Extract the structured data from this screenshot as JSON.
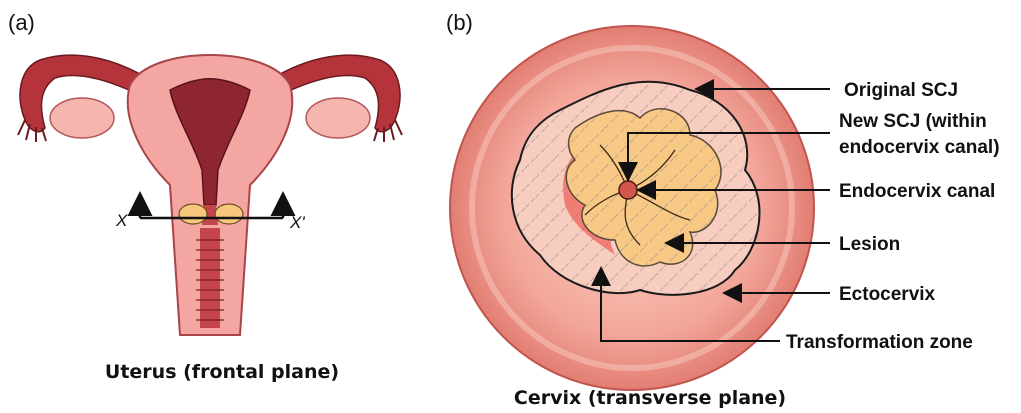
{
  "panel_a": {
    "label": "(a)",
    "caption": "Uterus (frontal plane)",
    "axis_left": "X",
    "axis_right": "X'"
  },
  "panel_b": {
    "label": "(b)",
    "caption": "Cervix (transverse plane)",
    "labels": {
      "original_scj": "Original SCJ",
      "new_scj_line1": "New SCJ (within",
      "new_scj_line2": "endocervix canal)",
      "endocervix_canal": "Endocervix canal",
      "lesion": "Lesion",
      "ectocervix": "Ectocervix",
      "transformation_zone": "Transformation zone"
    }
  },
  "colors": {
    "uterus_outer": "#f4a6a2",
    "uterus_wall": "#b5333b",
    "cervix_outer": "#ec8f86",
    "cervix_inner": "#f6b8ae",
    "transformation_zone": "#f4c2b5",
    "lesion": "#f6c77c",
    "endocervix": "#d2564a"
  }
}
